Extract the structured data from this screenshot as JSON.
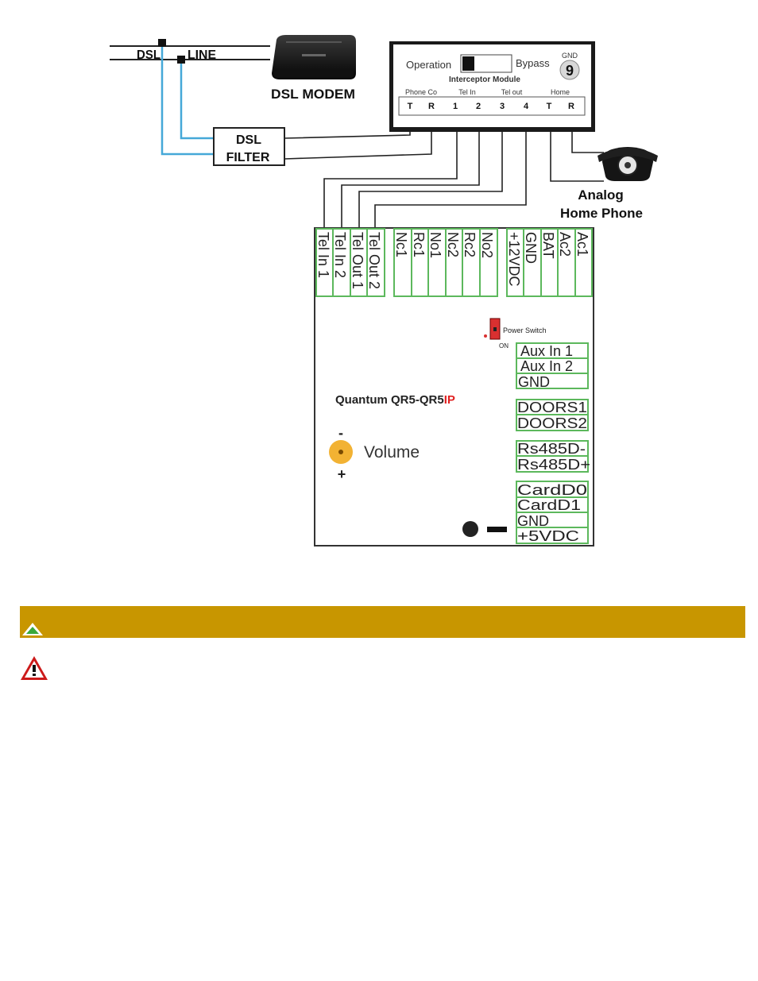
{
  "diagram": {
    "line_labels": {
      "dsl": "DSL",
      "line": "LINE"
    },
    "modem_label": "DSL MODEM",
    "filter_label": [
      "DSL",
      "FILTER"
    ],
    "interceptor": {
      "operation": "Operation",
      "bypass": "Bypass",
      "gnd": "GND",
      "gnd_number": "9",
      "title": "Interceptor Module",
      "groups": [
        "Phone Co",
        "Tel In",
        "Tel out",
        "Home"
      ],
      "terminals": [
        "T",
        "R",
        "1",
        "2",
        "3",
        "4",
        "T",
        "R"
      ]
    },
    "phone_label": [
      "Analog",
      "Home Phone"
    ],
    "panel": {
      "left_terminals": [
        "Tel In 1",
        "Tel In 2",
        "Tel Out 1",
        "Tel Out 2"
      ],
      "mid_terminals": [
        "Nc1",
        "Rc1",
        "No1",
        "Nc2",
        "Rc2",
        "No2"
      ],
      "right_terminals": [
        "+12VDC",
        "GND",
        "BAT",
        "Ac2",
        "Ac1"
      ],
      "power_switch": "Power Switch",
      "on": "ON",
      "model_prefix": "Quantum QR5-QR5",
      "model_suffix": "IP",
      "volume": "Volume",
      "minus": "-",
      "plus": "+",
      "side_groups": [
        [
          "Aux In 1",
          "Aux In 2",
          "GND"
        ],
        [
          "DOORS1",
          "DOORS2"
        ],
        [
          "Rs485D-",
          "Rs485D+"
        ],
        [
          "CardD0",
          "CardD1",
          "GND",
          "+5VDC"
        ]
      ]
    }
  },
  "colors": {
    "bar": "#c89600",
    "terminal_green": "#5cb85c",
    "wire_blue": "#45a8d8",
    "ip_red": "#e02020",
    "switch_red": "#d93030",
    "volume_knob": "#f2b233",
    "warning_red": "#cc1a1a"
  },
  "icons": {
    "up": "up-arrow-icon",
    "warning": "warning-icon"
  }
}
